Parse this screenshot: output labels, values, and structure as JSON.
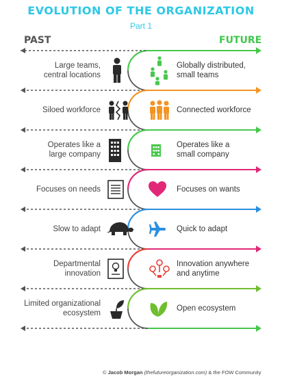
{
  "title": "EVOLUTION OF THE ORGANIZATION",
  "subtitle": "Part 1",
  "past_label": "PAST",
  "future_label": "FUTURE",
  "rows": [
    {
      "past": "Large teams,\ncentral locations",
      "future": "Globally distributed,\nsmall teams",
      "past_icon": "person-icon",
      "future_icon": "small-teams-icon",
      "color": "#46c84b"
    },
    {
      "past": "Siloed workforce",
      "future": "Connected workforce",
      "past_icon": "divided-people-icon",
      "future_icon": "connected-people-icon",
      "color": "#f39423"
    },
    {
      "past": "Operates like a\nlarge company",
      "future": "Operates like a\nsmall company",
      "past_icon": "tall-building-icon",
      "future_icon": "small-building-icon",
      "color": "#46c84b"
    },
    {
      "past": "Focuses on needs",
      "future": "Focuses on wants",
      "past_icon": "checklist-icon",
      "future_icon": "heart-icon",
      "color": "#e02876"
    },
    {
      "past": "Slow to adapt",
      "future": "Quick to adapt",
      "past_icon": "turtle-icon",
      "future_icon": "airplane-icon",
      "color": "#2b8fe0"
    },
    {
      "past": "Departmental\ninnovation",
      "future": "Innovation anywhere\nand anytime",
      "past_icon": "framed-lightbulb-icon",
      "future_icon": "many-lightbulbs-icon",
      "color": "#e8403a"
    },
    {
      "past": "Limited organizational\necosystem",
      "future": "Open ecosystem",
      "past_icon": "potted-plant-icon",
      "future_icon": "leaves-icon",
      "color": "#6fbe2e"
    }
  ],
  "arrow_colors": [
    "#46c84b",
    "#f39423",
    "#46c84b",
    "#e02876",
    "#2b8fe0",
    "#e02876",
    "#6fbe2e",
    "#46c84b"
  ],
  "footer": {
    "copyright": "©",
    "author": "Jacob Morgan",
    "site": "(thefutureorganization.com)",
    "rest": "& the FOW Community"
  }
}
